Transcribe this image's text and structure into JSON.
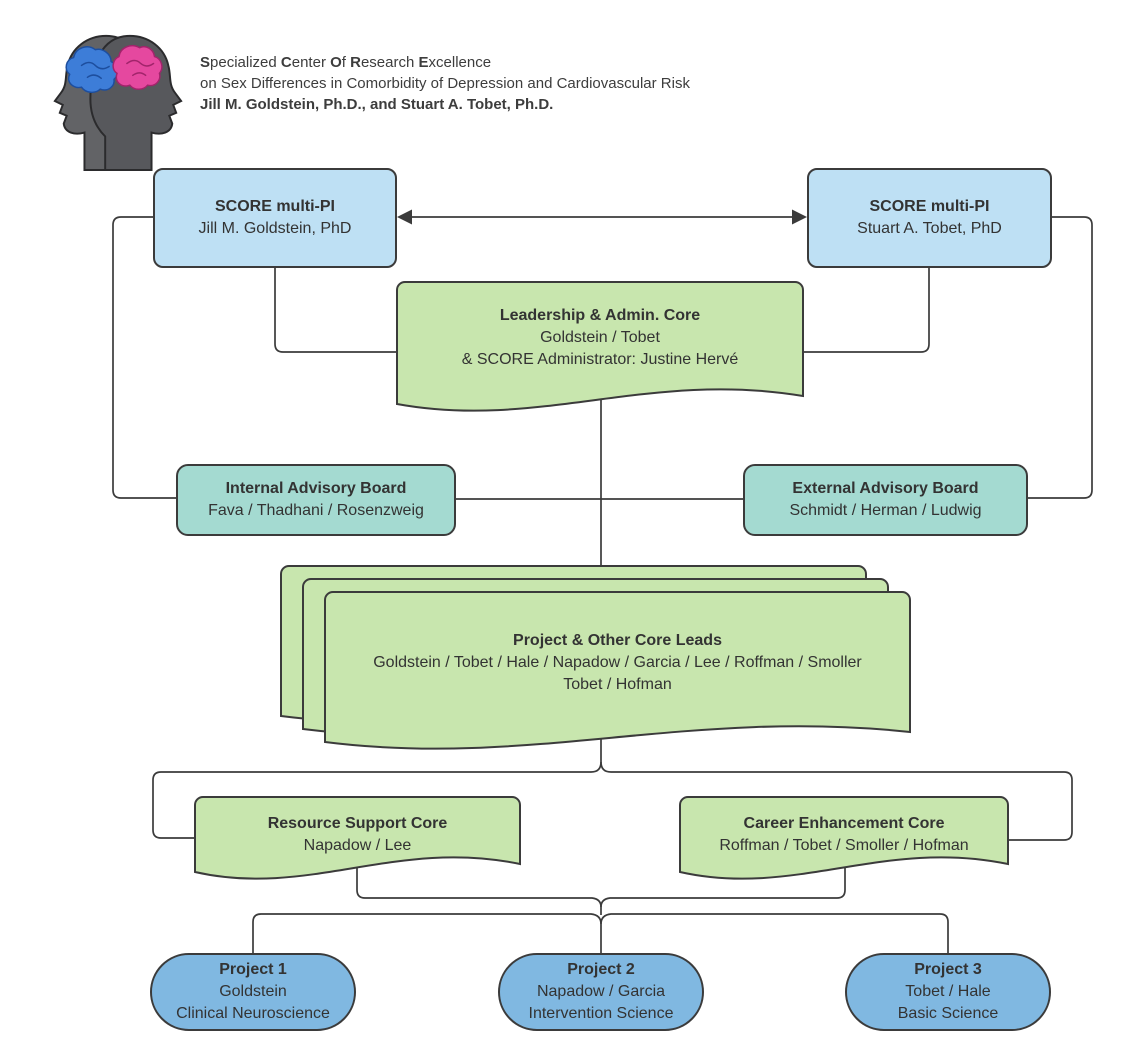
{
  "header": {
    "line1_segments": [
      [
        "S",
        1
      ],
      [
        "pecialized ",
        0
      ],
      [
        "C",
        1
      ],
      [
        "enter ",
        0
      ],
      [
        "O",
        1
      ],
      [
        "f ",
        0
      ],
      [
        "R",
        1
      ],
      [
        "esearch ",
        0
      ],
      [
        "E",
        1
      ],
      [
        "xcellence",
        0
      ]
    ],
    "line2": "on Sex Differences in Comorbidity of Depression and Cardiovascular Risk",
    "line3": "Jill M. Goldstein, Ph.D., and Stuart A. Tobet, Ph.D."
  },
  "nodes": {
    "pi_left": {
      "title": "SCORE multi-PI",
      "subtitle": "Jill M. Goldstein, PhD"
    },
    "pi_right": {
      "title": "SCORE multi-PI",
      "subtitle": "Stuart A. Tobet, PhD"
    },
    "leadership": {
      "title": "Leadership & Admin. Core",
      "line2": "Goldstein / Tobet",
      "line3": "& SCORE Administrator: Justine Hervé"
    },
    "internal_board": {
      "title": "Internal Advisory Board",
      "subtitle": "Fava / Thadhani / Rosenzweig"
    },
    "external_board": {
      "title": "External Advisory Board",
      "subtitle": "Schmidt / Herman / Ludwig"
    },
    "core_leads": {
      "title": "Project & Other Core Leads",
      "line2": "Goldstein / Tobet / Hale / Napadow / Garcia / Lee / Roffman / Smoller",
      "line3": "Tobet / Hofman"
    },
    "resource_core": {
      "title": "Resource Support Core",
      "subtitle": "Napadow / Lee"
    },
    "career_core": {
      "title": "Career Enhancement Core",
      "subtitle": "Roffman / Tobet / Smoller / Hofman"
    },
    "project1": {
      "title": "Project 1",
      "line2": "Goldstein",
      "line3": "Clinical Neuroscience"
    },
    "project2": {
      "title": "Project 2",
      "line2": "Napadow / Garcia",
      "line3": "Intervention Science"
    },
    "project3": {
      "title": "Project 3",
      "line2": "Tobet / Hale",
      "line3": "Basic Science"
    }
  },
  "colors": {
    "pi_box_fill": "#bee0f4",
    "advisory_fill": "#a4dad1",
    "document_fill": "#c8e6ae",
    "project_pill_fill": "#80b8e1",
    "stroke": "#3b3b3b",
    "text": "#333333",
    "logo_head_gray_left": "#626366",
    "logo_head_gray_right": "#57585c",
    "logo_brain_blue": "#3d7dd8",
    "logo_brain_pink": "#e5489f"
  }
}
